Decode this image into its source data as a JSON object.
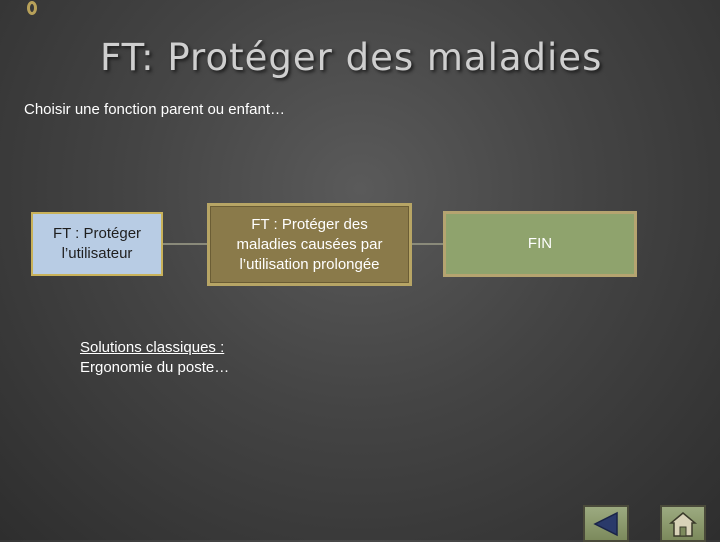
{
  "slide": {
    "title": "FT: Protéger des maladies",
    "subtitle": "Choisir une fonction parent ou enfant…"
  },
  "boxes": {
    "user": {
      "line1": "FT : Protéger",
      "line2": "l’utilisateur"
    },
    "mid": {
      "line1": "FT : Protéger des",
      "line2": "maladies causées par",
      "line3": "l’utilisation prolongée"
    },
    "fin": {
      "label": "FIN"
    }
  },
  "solutions": {
    "line1": "Solutions classiques :",
    "line2": "Ergonomie du poste…"
  },
  "nav": {
    "back_icon": "triangle-left-icon",
    "home_icon": "home-icon"
  },
  "colors": {
    "title": "#cfcfcf",
    "accent_border": "#c9b25a",
    "user_box": "#b8cce4",
    "mid_box": "#8a7a4a",
    "fin_box": "#8fa36d"
  }
}
